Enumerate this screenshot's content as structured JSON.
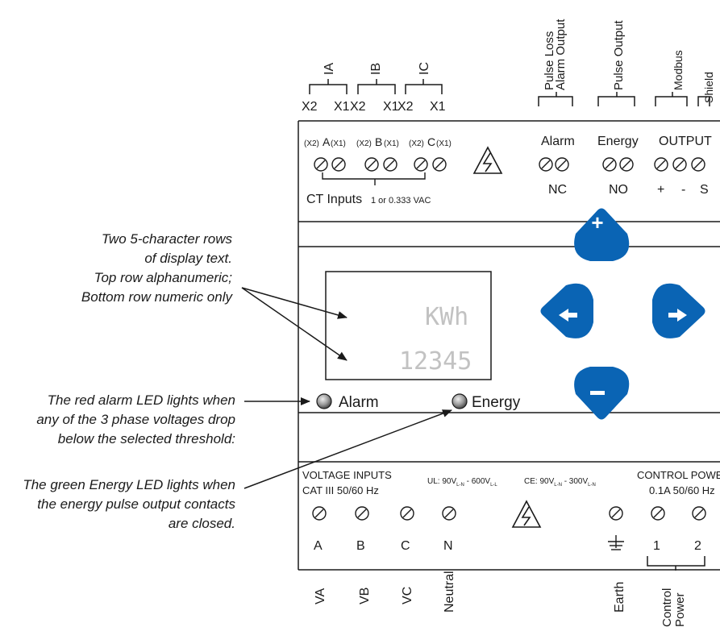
{
  "top_labels": {
    "ia": "IA",
    "ib": "IB",
    "ic": "IC",
    "x2": "X2",
    "x1": "X1",
    "pulse_loss": "Pulse Loss",
    "alarm_output": "Alarm Output",
    "pulse_output": "Pulse Output",
    "modbus": "Modbus",
    "shield": "Shield"
  },
  "top_block": {
    "x2_small": "(X2)",
    "x1_small": "(X1)",
    "a": "A",
    "b": "B",
    "c": "C",
    "ct_inputs": "CT Inputs",
    "ct_range": "1 or 0.333 VAC",
    "alarm": "Alarm",
    "nc": "NC",
    "energy": "Energy",
    "no": "NO",
    "output": "OUTPUT",
    "plus": "+",
    "minus": "-",
    "s": "S"
  },
  "display": {
    "top_row": "KWh",
    "bottom_row": "12345",
    "alarm_led": "Alarm",
    "energy_led": "Energy"
  },
  "colors": {
    "keypad": "#0a64b4",
    "outline": "#1a1a1a",
    "lcd_text": "#c2c2c2"
  },
  "bottom_block": {
    "voltage_inputs": "VOLTAGE INPUTS",
    "cat": "CAT III 50/60 Hz",
    "ul_prefix": "UL: 90V",
    "ul_sub1": "L-N",
    "ul_mid": " - 600V",
    "ul_sub2": "L-L",
    "ce_prefix": "CE: 90V",
    "ce_sub1": "L-N",
    "ce_mid": " - 300V",
    "ce_sub2": "L-N",
    "control_power": "CONTROL POWER",
    "cp_rating": "0.1A  50/60 Hz",
    "a": "A",
    "b": "B",
    "c": "C",
    "n": "N",
    "one": "1",
    "two": "2"
  },
  "bottom_labels": {
    "va": "VA",
    "vb": "VB",
    "vc": "VC",
    "neutral": "Neutral",
    "earth": "Earth",
    "control": "Control",
    "power": "Power"
  },
  "annotations": {
    "display_text": [
      "Two 5-character rows",
      "of display text.",
      "Top row alphanumeric;",
      "Bottom row numeric only"
    ],
    "alarm_led_text": [
      "The red alarm LED lights when",
      "any of the 3 phase voltages drop",
      "below the selected threshold:"
    ],
    "energy_led_text": [
      "The green Energy LED lights when",
      "the energy pulse output contacts",
      "are closed."
    ]
  }
}
